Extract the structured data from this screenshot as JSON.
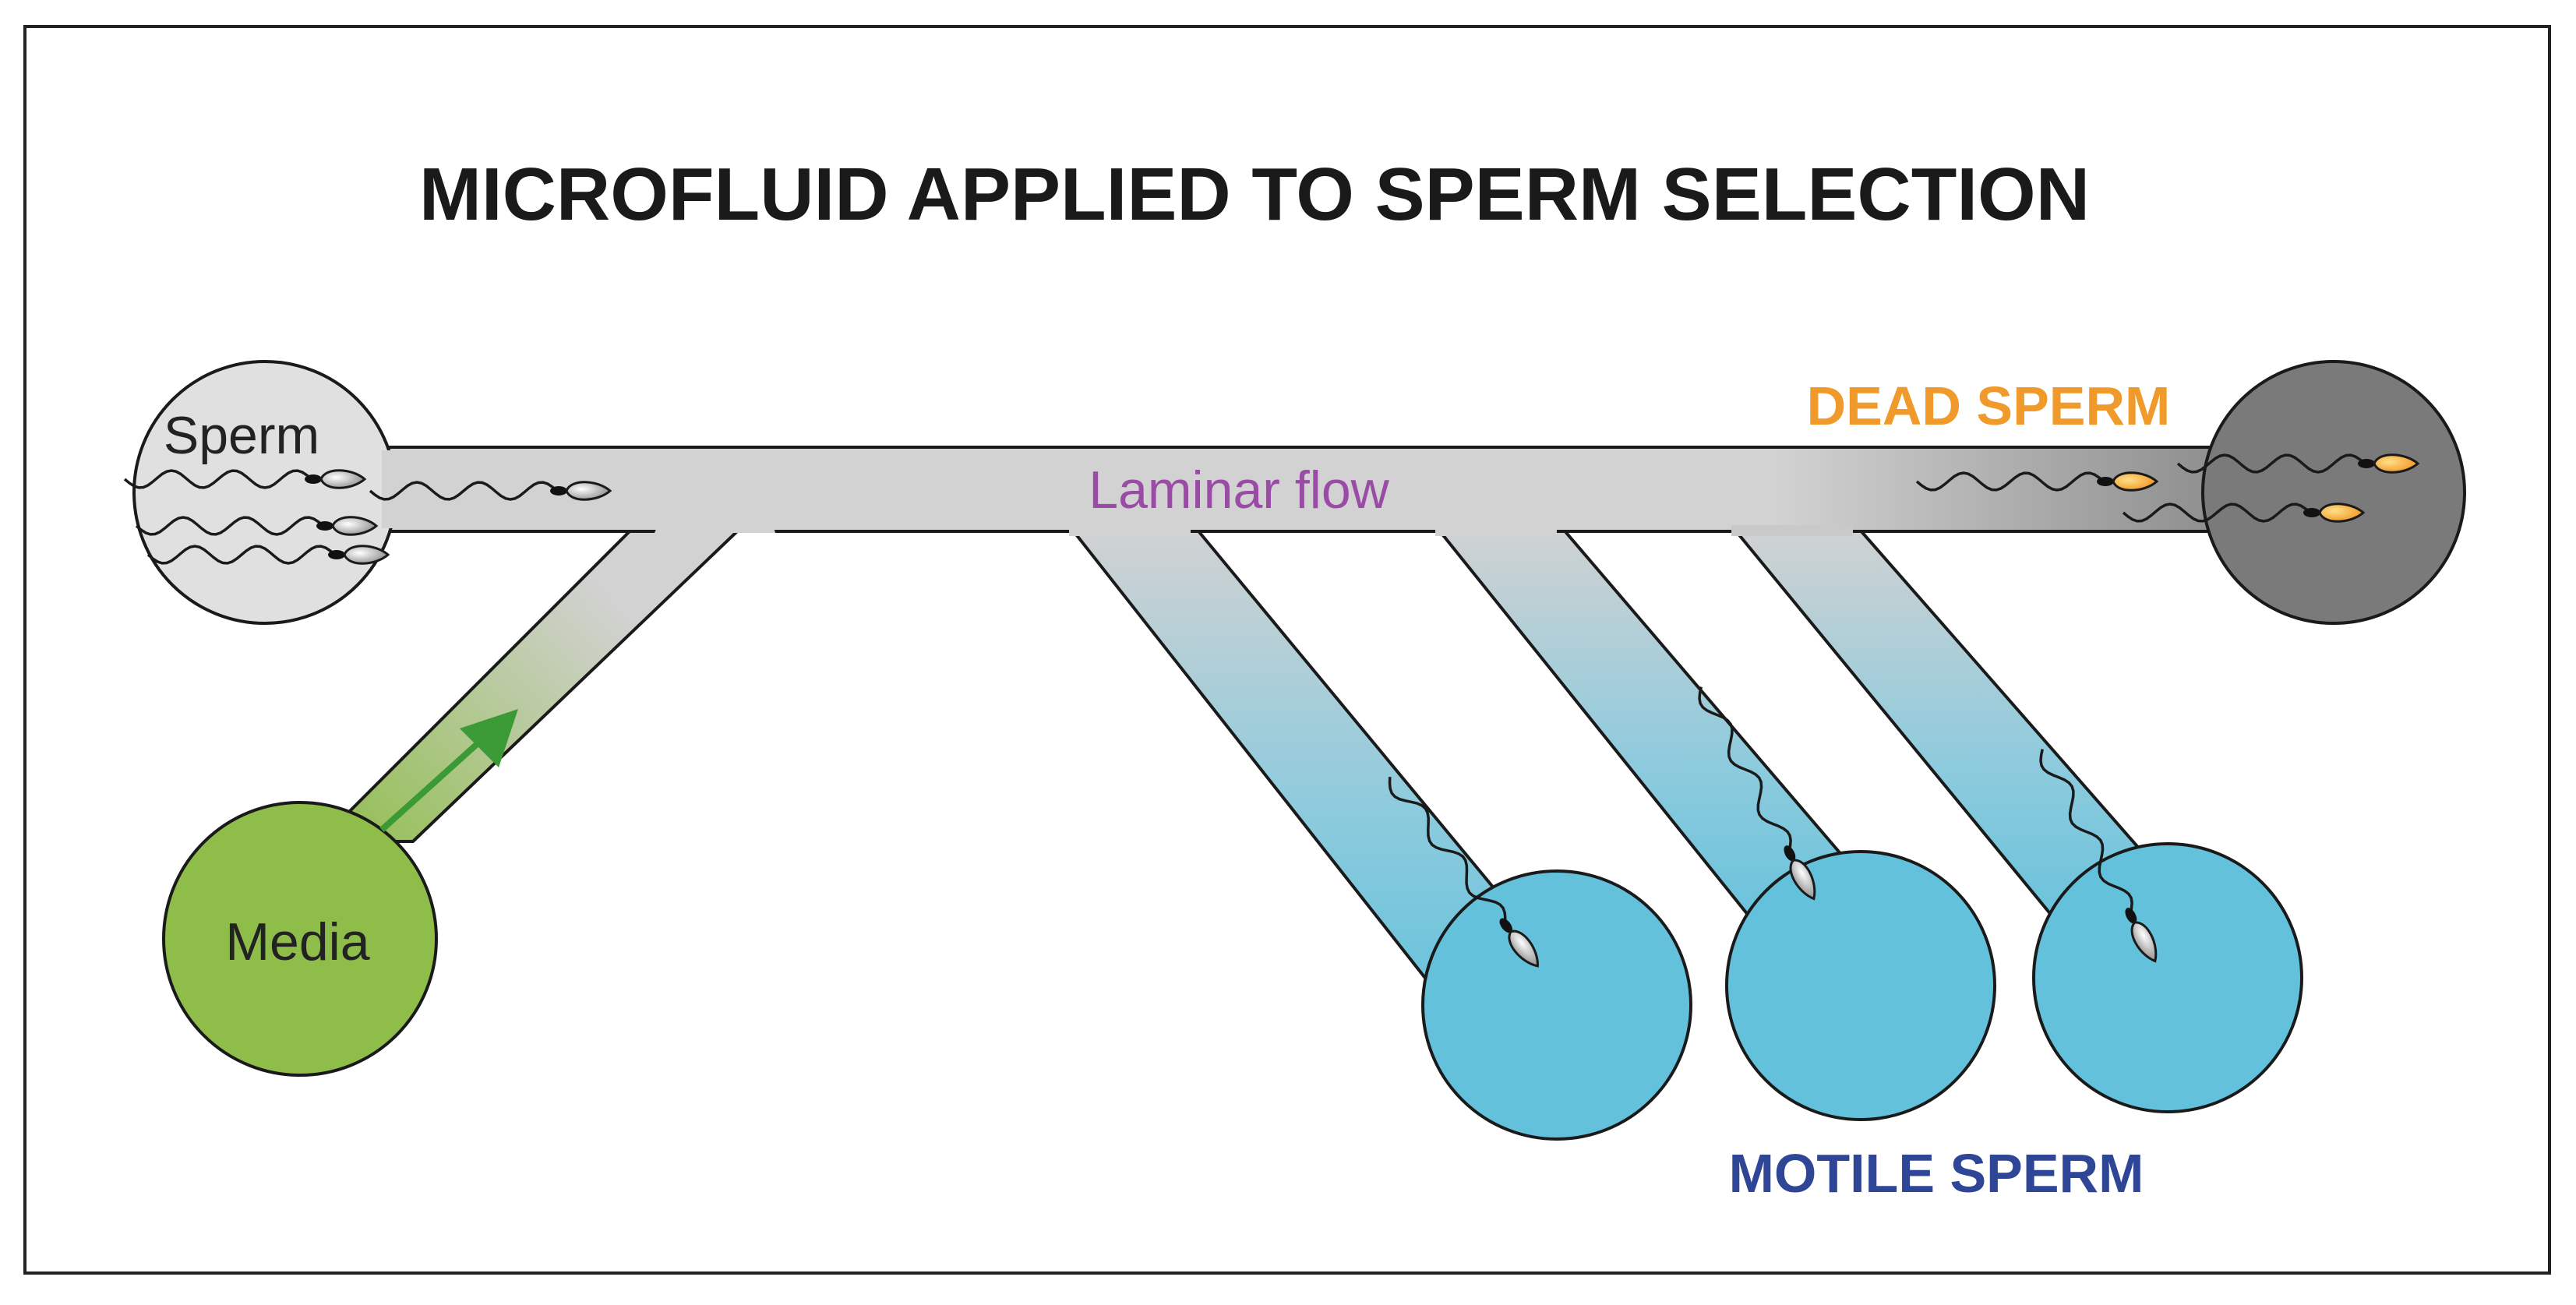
{
  "title": "MICROFLUID APPLIED TO SPERM SELECTION",
  "labels": {
    "sperm": "Sperm",
    "media": "Media",
    "laminar_flow": "Laminar flow",
    "dead_sperm": "DEAD SPERM",
    "motile_sperm": "MOTILE SPERM"
  },
  "colors": {
    "channel": "#d2d2d2",
    "sperm_reservoir": "#e0e0e0",
    "dead_reservoir": "#7a7a7a",
    "media": "#8fbd4a",
    "motile": "#63c1dc",
    "laminar_text": "#9a4ba6",
    "dead_text": "#ef9a2a",
    "motile_text": "#2f4596",
    "flow_arrow": "#3c9a36"
  }
}
